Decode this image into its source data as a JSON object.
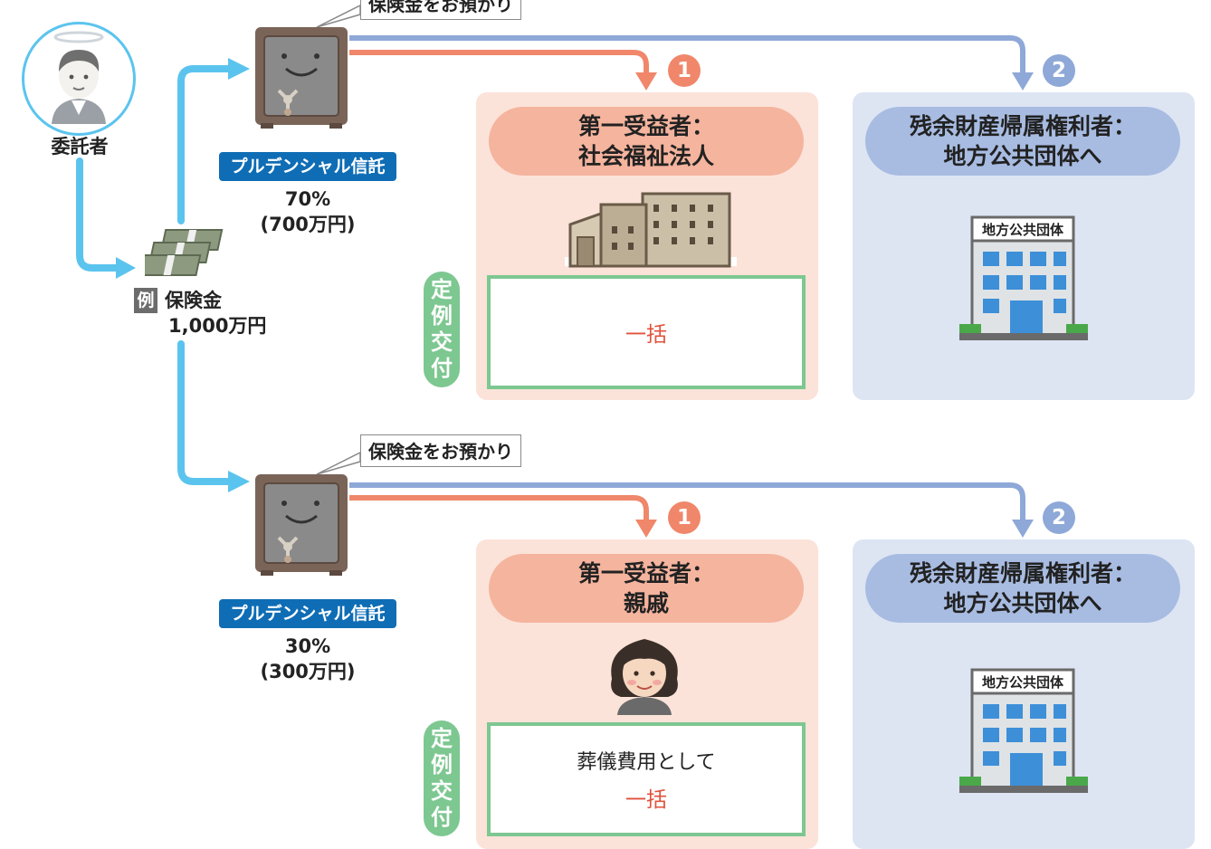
{
  "settlor": {
    "label": "委託者",
    "icon": "angel-man-icon"
  },
  "money": {
    "icon": "money-bundle-icon",
    "example_badge": "例",
    "label": "保険金",
    "amount": "1,000万円"
  },
  "trusts": [
    {
      "callout": "保険金をお預かり",
      "safe_icon": "safe-icon",
      "company": "プルデンシャル信託",
      "percent": "70%",
      "amount": "(700万円)",
      "step1": "1",
      "step2": "2",
      "beneficiary": {
        "title_line1": "第一受益者：",
        "title_line2": "社会福祉法人",
        "icon": "building-icon",
        "payout_tag": [
          "定",
          "例",
          "交",
          "付"
        ],
        "payout_note": "",
        "payout_text": "一括"
      },
      "residual": {
        "title_line1": "残余財産帰属権利者：",
        "title_line2": "地方公共団体へ",
        "icon": "government-building-icon",
        "sign_text": "地方公共団体"
      }
    },
    {
      "callout": "保険金をお預かり",
      "safe_icon": "safe-icon",
      "company": "プルデンシャル信託",
      "percent": "30%",
      "amount": "(300万円)",
      "step1": "1",
      "step2": "2",
      "beneficiary": {
        "title_line1": "第一受益者：",
        "title_line2": "親戚",
        "icon": "woman-avatar-icon",
        "payout_tag": [
          "定",
          "例",
          "交",
          "付"
        ],
        "payout_note": "葬儀費用として",
        "payout_text": "一括"
      },
      "residual": {
        "title_line1": "残余財産帰属権利者：",
        "title_line2": "地方公共団体へ",
        "icon": "government-building-icon",
        "sign_text": "地方公共団体"
      }
    }
  ],
  "colors": {
    "flow_cyan": "#5bc4ee",
    "flow_orange": "#f0876a",
    "flow_blue": "#8ea8d8",
    "panel_pink": "#fbe3d9",
    "panel_blue": "#dde5f3",
    "tag_green": "#7dc791",
    "badge_blue": "#0f6db5"
  }
}
